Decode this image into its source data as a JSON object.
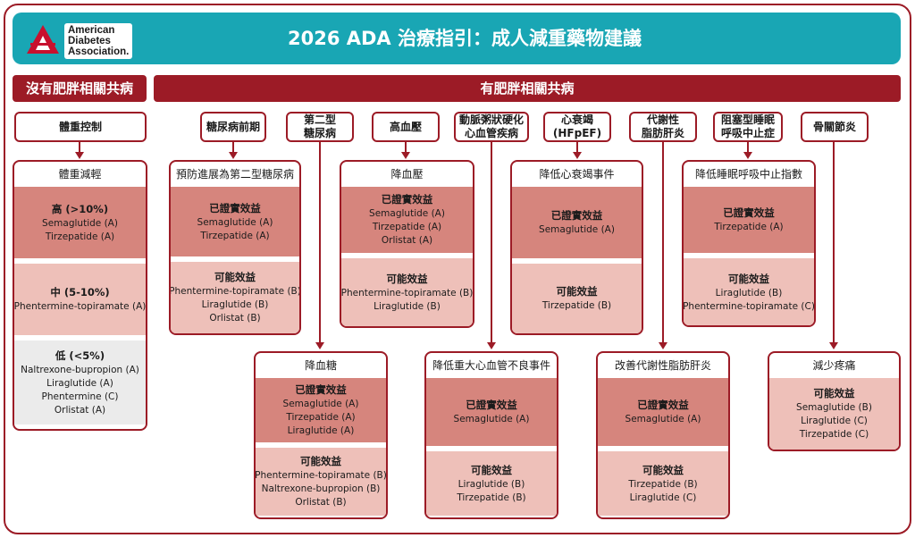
{
  "logo": {
    "line1": "American",
    "line2": "Diabetes",
    "line3": "Association."
  },
  "title": "2026 ADA 治療指引：成人減重藥物建議",
  "bars": {
    "no_comorbid": "沒有肥胖相關共病",
    "comorbid": "有肥胖相關共病"
  },
  "categories": {
    "weight": "體重控制",
    "prediabetes": "糖尿病前期",
    "t2d": "第二型\n糖尿病",
    "htn": "高血壓",
    "ascvd": "動脈粥狀硬化\n心血管疾病",
    "hf": "心衰竭\n(HFpEF)",
    "masld": "代謝性\n脂肪肝炎",
    "osa": "阻塞型睡眠\n呼吸中止症",
    "oa": "骨關節炎"
  },
  "cards": {
    "weight": {
      "title": "體重減輕",
      "sections": [
        {
          "hd": "高 (>10%)",
          "items": [
            "Semaglutide (A)",
            "Tirzepatide (A)"
          ]
        },
        {
          "hd": "中 (5-10%)",
          "items": [
            "Phentermine-topiramate (A)"
          ]
        },
        {
          "hd": "低 (<5%)",
          "items": [
            "Naltrexone-bupropion (A)",
            "Liraglutide (A)",
            "Phentermine (C)",
            "Orlistat (A)"
          ]
        }
      ]
    },
    "prediabetes": {
      "title": "預防進展為第二型糖尿病",
      "sections": [
        {
          "hd": "已證實效益",
          "items": [
            "Semaglutide (A)",
            "Tirzepatide (A)"
          ]
        },
        {
          "hd": "可能效益",
          "items": [
            "Phentermine-topiramate (B)",
            "Liraglutide (B)",
            "Orlistat (B)"
          ]
        }
      ]
    },
    "htn": {
      "title": "降血壓",
      "sections": [
        {
          "hd": "已證實效益",
          "items": [
            "Semaglutide (A)",
            "Tirzepatide (A)",
            "Orlistat (A)"
          ]
        },
        {
          "hd": "可能效益",
          "items": [
            "Phentermine-topiramate (B)",
            "Liraglutide (B)"
          ]
        }
      ]
    },
    "hf": {
      "title": "降低心衰竭事件",
      "sections": [
        {
          "hd": "已證實效益",
          "items": [
            "Semaglutide (A)"
          ]
        },
        {
          "hd": "可能效益",
          "items": [
            "Tirzepatide (B)"
          ]
        }
      ]
    },
    "osa": {
      "title": "降低睡眠呼吸中止指數",
      "sections": [
        {
          "hd": "已證實效益",
          "items": [
            "Tirzepatide (A)"
          ]
        },
        {
          "hd": "可能效益",
          "items": [
            "Liraglutide (B)",
            "Phentermine-topiramate (C)"
          ]
        }
      ]
    },
    "t2d": {
      "title": "降血糖",
      "sections": [
        {
          "hd": "已證實效益",
          "items": [
            "Semaglutide (A)",
            "Tirzepatide (A)",
            "Liraglutide (A)"
          ]
        },
        {
          "hd": "可能效益",
          "items": [
            "Phentermine-topiramate (B)",
            "Naltrexone-bupropion (B)",
            "Orlistat (B)"
          ]
        }
      ]
    },
    "ascvd": {
      "title": "降低重大心血管不良事件",
      "sections": [
        {
          "hd": "已證實效益",
          "items": [
            "Semaglutide (A)"
          ]
        },
        {
          "hd": "可能效益",
          "items": [
            "Liraglutide (B)",
            "Tirzepatide (B)"
          ]
        }
      ]
    },
    "masld": {
      "title": "改善代謝性脂肪肝炎",
      "sections": [
        {
          "hd": "已證實效益",
          "items": [
            "Semaglutide (A)"
          ]
        },
        {
          "hd": "可能效益",
          "items": [
            "Tirzepatide (B)",
            "Liraglutide (C)"
          ]
        }
      ]
    },
    "oa": {
      "title": "減少疼痛",
      "sections": [
        {
          "hd": "可能效益",
          "items": [
            "Semaglutide (B)",
            "Liraglutide (C)",
            "Tirzepatide (C)"
          ]
        }
      ]
    }
  },
  "colors": {
    "brand_red": "#9c1b26",
    "header_teal": "#19a6b4",
    "proven": "#d6857d",
    "possible": "#eec0b9",
    "low": "#ebebeb"
  }
}
